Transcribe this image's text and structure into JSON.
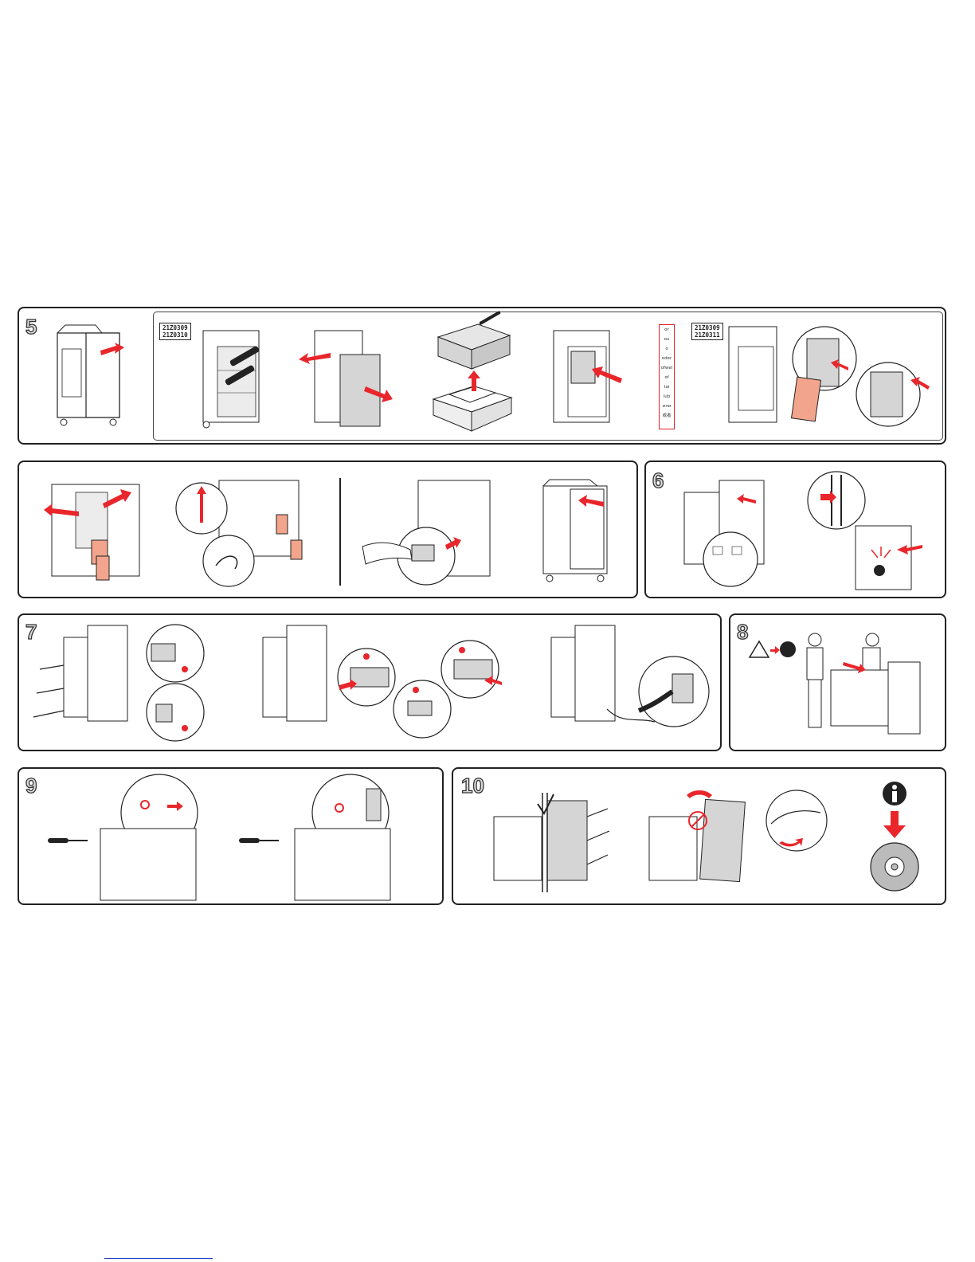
{
  "steps": {
    "s5": "5",
    "s6": "6",
    "s7": "7",
    "s8": "8",
    "s9": "9",
    "s10": "10"
  },
  "part_labels": {
    "a_line1": "21Z0309",
    "a_line2": "21Z0310",
    "b_line1": "21Z0309",
    "b_line2": "21Z0311"
  },
  "language_words": [
    "or",
    "ou",
    "o",
    "oder",
    "ofwel",
    "of",
    "tai",
    "lub",
    "или",
    "或者",
    "或",
    "또는",
    "または"
  ],
  "colors": {
    "accent_red": "#e8262b",
    "tag_salmon": "#f2a58c",
    "device_gray": "#d5d5d5",
    "outline": "#222222",
    "number_fill": "#d9d9d9"
  },
  "icons": [
    "arrow-icon",
    "warning-triangle-icon",
    "two-person-lift-icon",
    "info-icon",
    "cd-icon",
    "power-plug-icon",
    "screwdriver-icon"
  ]
}
